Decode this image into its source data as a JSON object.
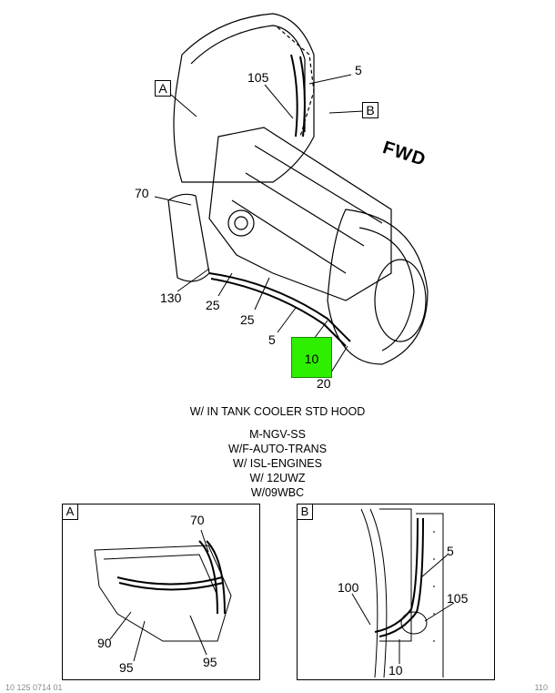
{
  "main_view": {
    "view_a_tag": "A",
    "view_b_tag": "B",
    "fwd_label": "FWD",
    "callouts": {
      "c105": "105",
      "c5_top": "5",
      "c70": "70",
      "c130": "130",
      "c25_a": "25",
      "c25_b": "25",
      "c5_bottom": "5",
      "c10": "10",
      "c20": "20"
    }
  },
  "notes": {
    "title": "W/ IN TANK COOLER STD HOOD",
    "lines": [
      "M-NGV-SS",
      "W/F-AUTO-TRANS",
      "W/ ISL-ENGINES",
      "W/ 12UWZ",
      "W/09WBC"
    ]
  },
  "detail_a": {
    "tag": "A",
    "callouts": {
      "c70": "70",
      "c90": "90",
      "c95_a": "95",
      "c95_b": "95"
    }
  },
  "detail_b": {
    "tag": "B",
    "callouts": {
      "c5": "5",
      "c100": "100",
      "c105": "105",
      "c10": "10"
    }
  },
  "footer": {
    "left": "10 125 0714 01",
    "right": "110"
  },
  "colors": {
    "highlight": "#2eef00"
  }
}
